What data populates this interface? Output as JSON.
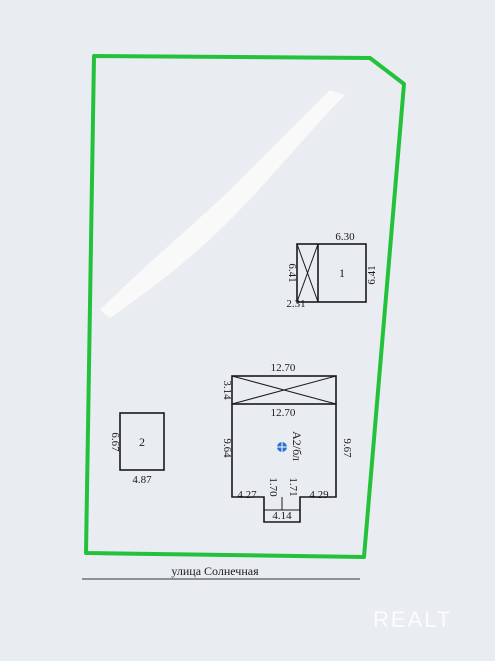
{
  "street": {
    "label": "улица Солнечная"
  },
  "watermark": {
    "text": "REALT"
  },
  "colors": {
    "plot_border": "#23c23a",
    "lines": "#1a1a1a",
    "background": "#e9ecf0"
  },
  "buildings": {
    "b1": {
      "number": "1",
      "width_top": "6.30",
      "height_left": "6.41",
      "height_right": "6.41",
      "width_bottom": "2.31"
    },
    "b2": {
      "number": "2",
      "height_left": "6.67",
      "width_bottom": "4.87"
    },
    "house": {
      "label": "А2/бл",
      "porch_top": "12.70",
      "porch_depth": "3.14",
      "width_top": "12.70",
      "height_left": "9.64",
      "height_right": "9.67",
      "bottom_left": "4.27",
      "bottom_right": "4.29",
      "step_left": "1.70",
      "step_right": "1.71",
      "step_width": "4.14"
    }
  }
}
